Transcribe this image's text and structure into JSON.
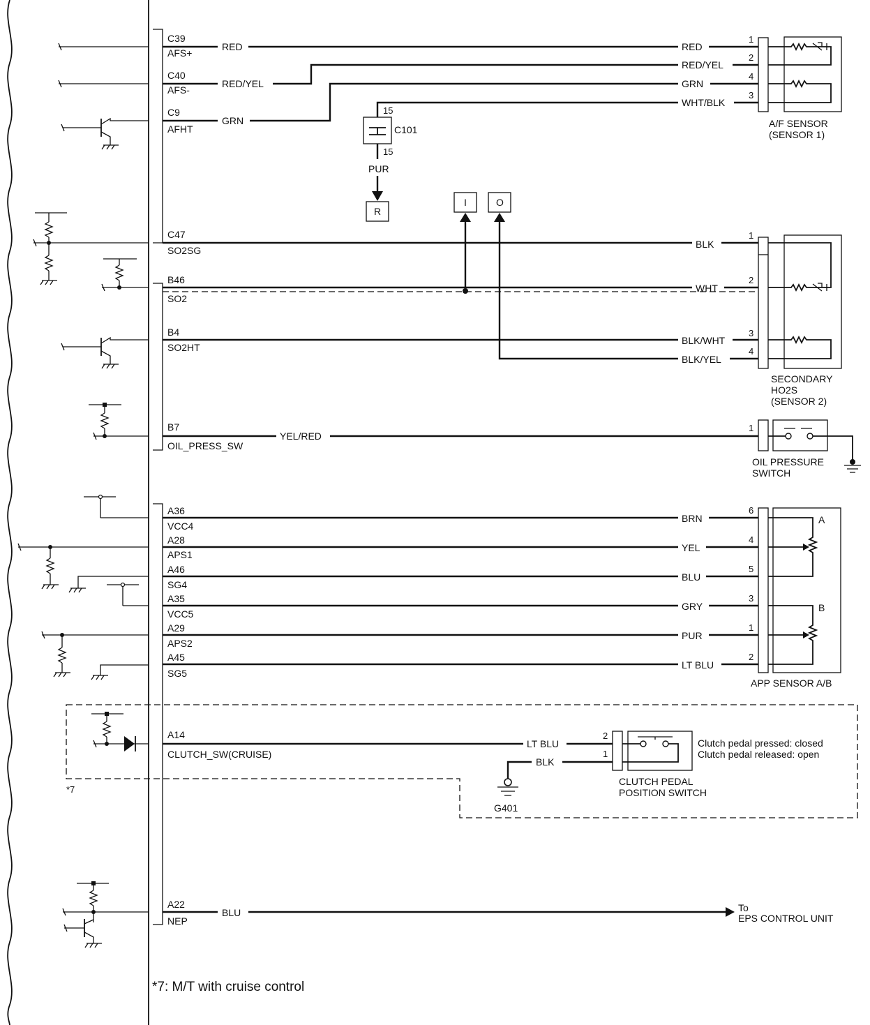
{
  "ecm_pins": [
    {
      "pin": "C39",
      "name": "AFS+"
    },
    {
      "pin": "C40",
      "name": "AFS-"
    },
    {
      "pin": "C9",
      "name": "AFHT"
    },
    {
      "pin": "C47",
      "name": "SO2SG"
    },
    {
      "pin": "B46",
      "name": "SO2"
    },
    {
      "pin": "B4",
      "name": "SO2HT"
    },
    {
      "pin": "B7",
      "name": "OIL_PRESS_SW"
    },
    {
      "pin": "A36",
      "name": "VCC4"
    },
    {
      "pin": "A28",
      "name": "APS1"
    },
    {
      "pin": "A46",
      "name": "SG4"
    },
    {
      "pin": "A35",
      "name": "VCC5"
    },
    {
      "pin": "A29",
      "name": "APS2"
    },
    {
      "pin": "A45",
      "name": "SG5"
    },
    {
      "pin": "A14",
      "name": "CLUTCH_SW(CRUISE)"
    },
    {
      "pin": "A22",
      "name": "NEP"
    }
  ],
  "wires": {
    "afs_plus_left": "RED",
    "afs_plus_right": "RED",
    "afs_minus_left": "RED/YEL",
    "afs_minus_right": "RED/YEL",
    "afht_left": "GRN",
    "afht_right": "GRN",
    "af_pin3": "WHT/BLK",
    "c101_out": "PUR",
    "so2sg": "BLK",
    "so2": "WHT",
    "so2ht": "BLK/WHT",
    "ho2s_pin4": "BLK/YEL",
    "oil": "YEL/RED",
    "vcc4": "BRN",
    "aps1": "YEL",
    "sg4": "BLU",
    "vcc5": "GRY",
    "aps2": "PUR",
    "sg5": "LT BLU",
    "clutch_sw": "LT BLU",
    "clutch_gnd": "BLK",
    "nep": "BLU"
  },
  "pins": {
    "af": [
      "1",
      "2",
      "4",
      "3"
    ],
    "ho2s": [
      "1",
      "2",
      "3",
      "4"
    ],
    "oil": "1",
    "app": [
      "6",
      "4",
      "5",
      "3",
      "1",
      "2"
    ],
    "clutch": [
      "2",
      "1"
    ],
    "c101_top": "15",
    "c101_bottom": "15"
  },
  "components": {
    "af_sensor_l1": "A/F SENSOR",
    "af_sensor_l2": "(SENSOR 1)",
    "ho2s_l1": "SECONDARY",
    "ho2s_l2": "HO2S",
    "ho2s_l3": "(SENSOR 2)",
    "oil_l1": "OIL PRESSURE",
    "oil_l2": "SWITCH",
    "app_sensor": "APP SENSOR A/B",
    "app_a": "A",
    "app_b": "B",
    "clutch_l1": "CLUTCH PEDAL",
    "clutch_l2": "POSITION SWITCH",
    "clutch_note1": "Clutch pedal pressed: closed",
    "clutch_note2": "Clutch pedal released: open",
    "c101": "C101",
    "g401": "G401",
    "to_l1": "To",
    "to_l2": "EPS CONTROL UNIT"
  },
  "refs": {
    "r": "R",
    "i": "I",
    "o": "O"
  },
  "note_mark": "*7",
  "footnote": "*7: M/T with cruise control"
}
